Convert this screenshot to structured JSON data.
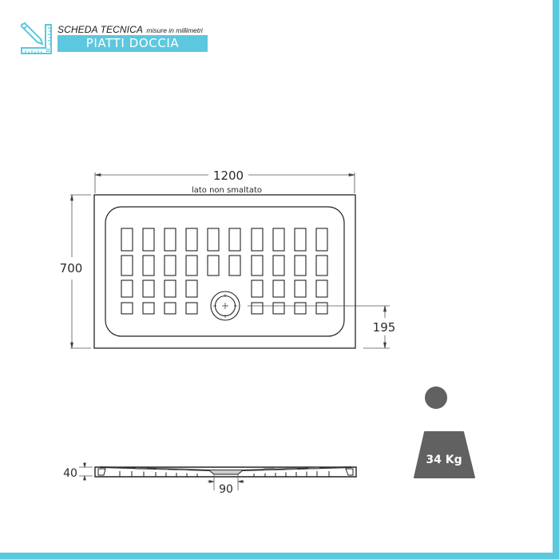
{
  "header": {
    "title": "SCHEDA TECNICA",
    "subtitle": "misure in millimetri",
    "banner": "PIATTI DOCCIA",
    "icon": "ruler-pencil-icon",
    "accent_color": "#5bc8df"
  },
  "top_view": {
    "width_label": "1200",
    "height_label": "700",
    "side_note": "lato non smaltato",
    "drain_offset_label": "195",
    "slot_columns": 10,
    "slot_rows": 4,
    "drain_icon": "drain-circle-icon"
  },
  "side_view": {
    "thickness_label": "40",
    "drain_width_label": "90"
  },
  "weight": {
    "label": "34 Kg",
    "icon": "weight-icon",
    "color": "#616161"
  }
}
